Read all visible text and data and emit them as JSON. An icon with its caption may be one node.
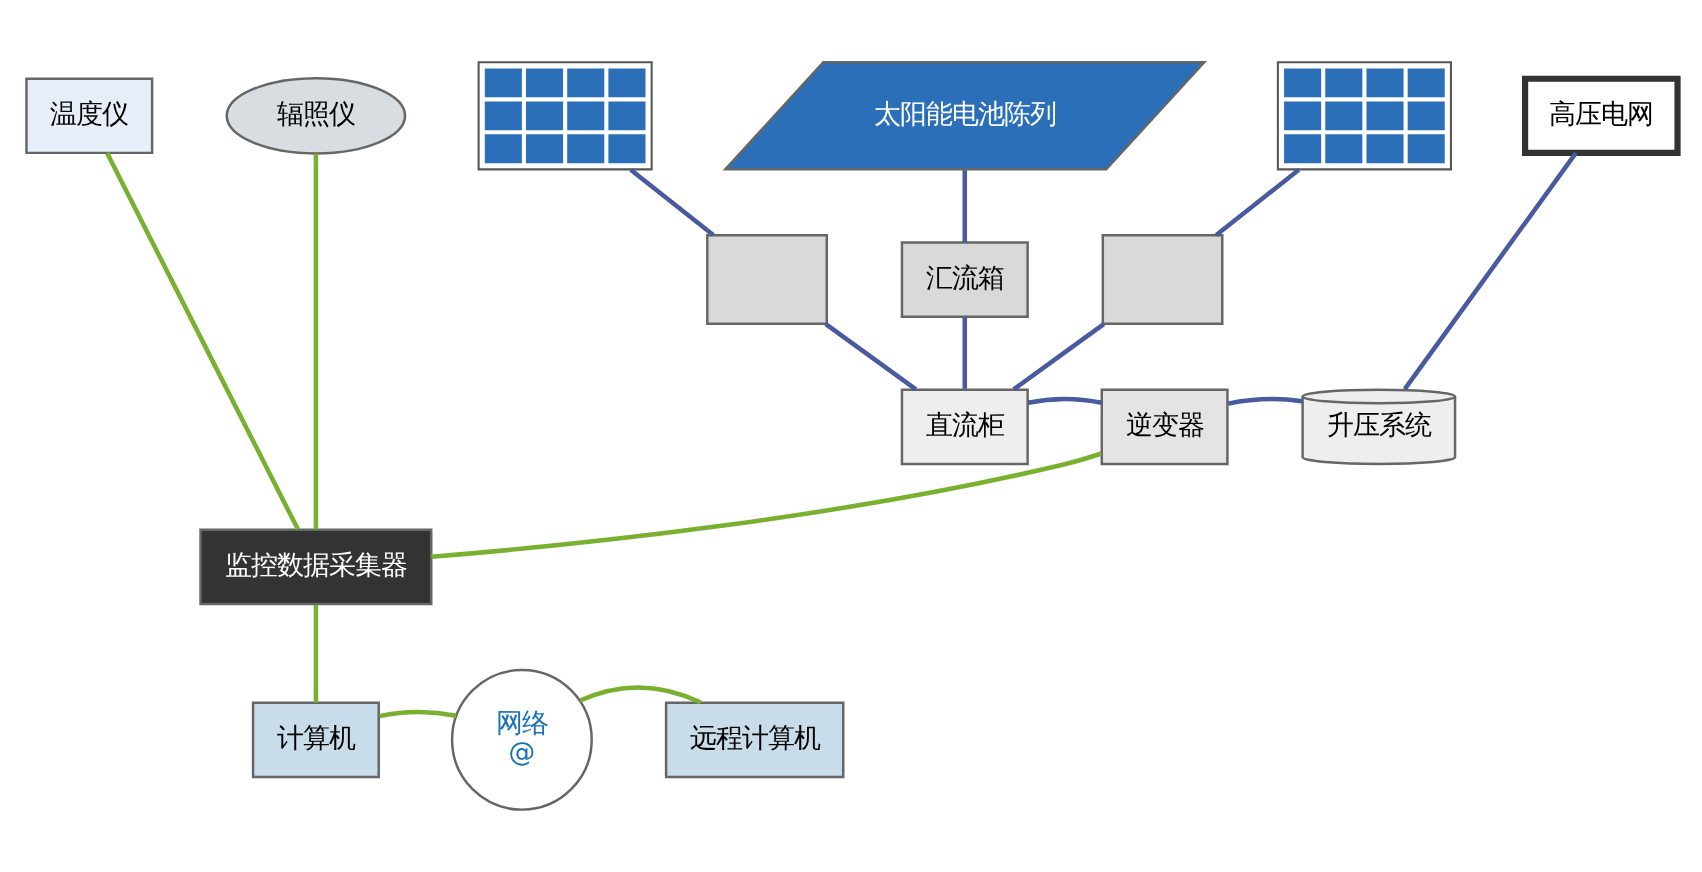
{
  "diagram": {
    "nodes": [
      {
        "text": [
          "温度仪"
        ]
      },
      {
        "text": [
          "辐照仪"
        ]
      },
      {
        "text": [],
        "shape": "picture"
      },
      {
        "text": [
          "太阳能电池陈列"
        ]
      },
      {
        "text": [],
        "shape": "picture"
      },
      {
        "text": [],
        "shape": "box"
      },
      {
        "text": [
          "汇流箱"
        ]
      },
      {
        "text": [],
        "shape": "box"
      },
      {
        "text": [
          "直流柜"
        ]
      },
      {
        "text": [
          "逆变器"
        ]
      },
      {
        "text": [
          "升压系统"
        ]
      },
      {
        "text": [
          "高压电网"
        ]
      },
      {
        "text": [
          "监控数据采集器"
        ]
      },
      {
        "text": [
          "计算机"
        ]
      },
      {
        "text": [
          "网络",
          "@"
        ]
      },
      {
        "text": [
          "远程计算机"
        ]
      }
    ],
    "edges": [
      {
        "from": 0,
        "to": 12,
        "arrow": "none",
        "color": "#7ab030"
      },
      {
        "from": 1,
        "to": 12,
        "arrow": "none",
        "color": "#7ab030"
      },
      {
        "from": 2,
        "to": 5,
        "arrow": "none"
      },
      {
        "from": 3,
        "to": 6,
        "arrow": "none"
      },
      {
        "from": 4,
        "to": 7,
        "arrow": "none"
      },
      {
        "from": 5,
        "to": 8,
        "arrow": "none"
      },
      {
        "from": 6,
        "to": 8,
        "arrow": "none"
      },
      {
        "from": 7,
        "to": 8,
        "arrow": "none"
      },
      {
        "from": 8,
        "to": 9,
        "arrow": "none"
      },
      {
        "from": 9,
        "to": 10,
        "arrow": "none"
      },
      {
        "from": 10,
        "to": 11,
        "arrow": "none"
      },
      {
        "from": 9,
        "to": 12,
        "arrow": "none",
        "color": "#7ab030"
      },
      {
        "from": 12,
        "to": 13,
        "arrow": "none",
        "color": "#7ab030"
      },
      {
        "from": 13,
        "to": 14,
        "arrow": "none",
        "color": "#7ab030"
      },
      {
        "from": 14,
        "to": 15,
        "arrow": "none",
        "color": "#7ab030"
      }
    ]
  }
}
